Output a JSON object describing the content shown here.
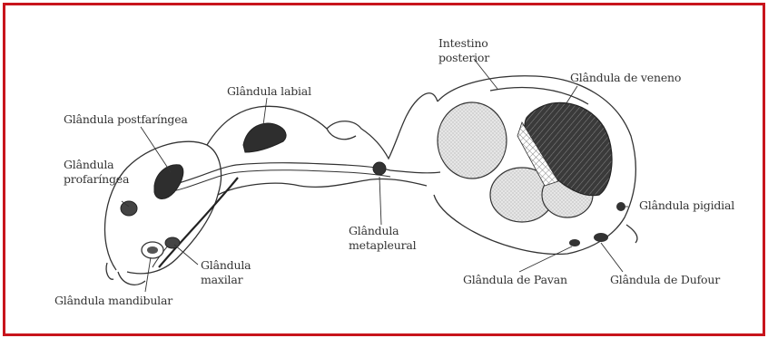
{
  "labels": {
    "intestino_posterior": [
      "Intestino",
      "posterior"
    ],
    "glandula_veneno": "Glândula de veneno",
    "glandula_labial": "Glândula labial",
    "glandula_postfaringea": "Glândula postfaríngea",
    "glandula_profaringea": [
      "Glândula",
      "profaríngea"
    ],
    "glandula_pigidial": "Glândula pigidial",
    "glandula_metapleural": [
      "Glândula",
      "metapleural"
    ],
    "glandula_maxilar": [
      "Glândula",
      "maxilar"
    ],
    "glandula_mandibular": "Glândula mandibular",
    "glandula_pavan": "Glândula de Pavan",
    "glandula_dufour": "Glândula de Dufour"
  },
  "colors": {
    "border": "#c8141c",
    "ink": "#333333",
    "gland_fill": "#2a2a2a",
    "organ_fill": "#e2e2e2"
  }
}
